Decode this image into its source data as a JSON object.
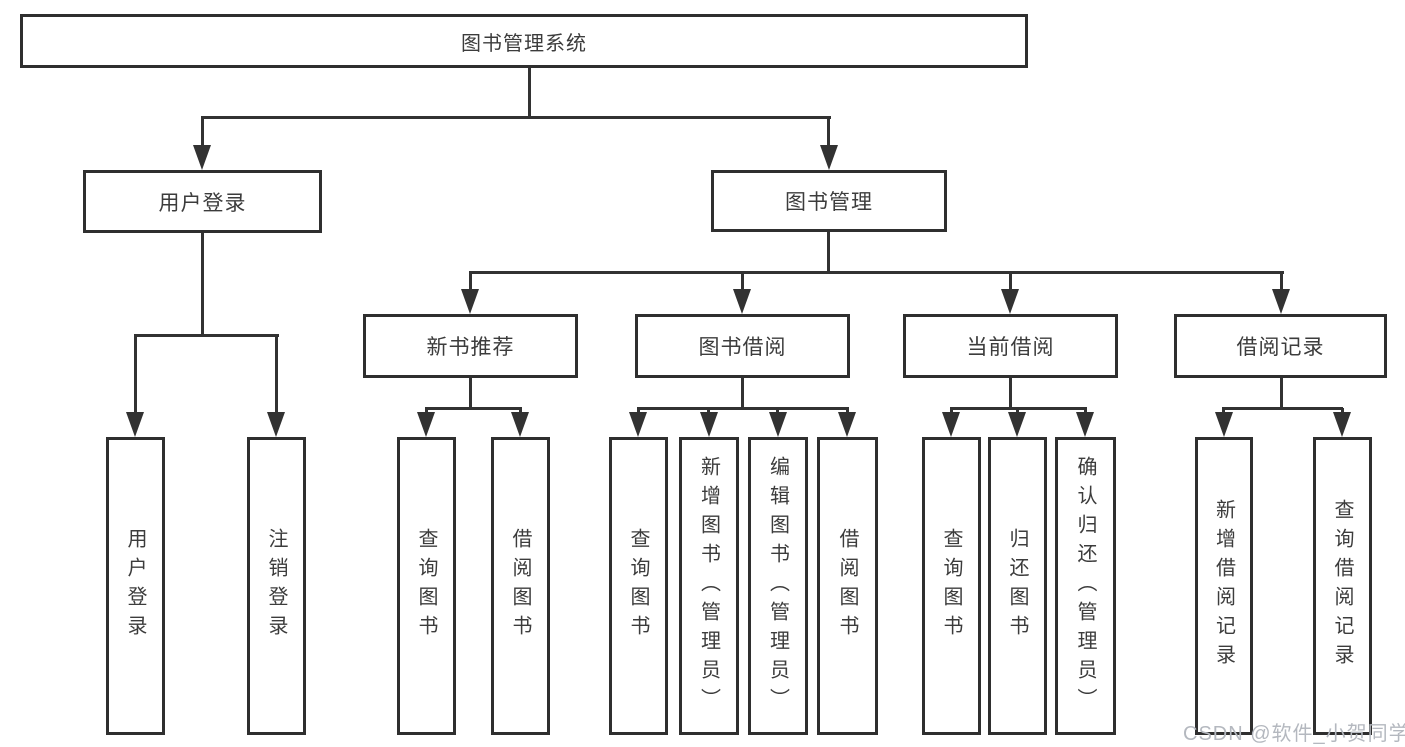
{
  "diagram": {
    "type": "hierarchy-tree",
    "title": "图书管理系统",
    "colors": {
      "background": "#ffffff",
      "line": "#323232",
      "box_border": "#2f2f2f",
      "text": "#3c3c3c",
      "watermark_text": "#b4b8bf"
    },
    "nodes": {
      "root": "图书管理系统",
      "user_login": "用户登录",
      "book_mgmt": "图书管理",
      "new_book_rec": "新书推荐",
      "book_borrow": "图书借阅",
      "current_borrow": "当前借阅",
      "borrow_records": "借阅记录",
      "leaf_user_login": "用户登录",
      "leaf_logout": "注销登录",
      "leaf_query_book_rec": "查询图书",
      "leaf_borrow_book_rec": "借阅图书",
      "leaf_query_book_borrow": "查询图书",
      "leaf_add_book_admin": "新增图书（管理员）",
      "leaf_edit_book_admin": "编辑图书（管理员）",
      "leaf_borrow_book_borrow": "借阅图书",
      "leaf_query_book_current": "查询图书",
      "leaf_return_book": "归还图书",
      "leaf_confirm_return_admin": "确认归还（管理员）",
      "leaf_add_borrow_record": "新增借阅记录",
      "leaf_query_borrow_record": "查询借阅记录"
    },
    "hierarchy": {
      "图书管理系统": {
        "用户登录": [
          "用户登录",
          "注销登录"
        ],
        "图书管理": {
          "新书推荐": [
            "查询图书",
            "借阅图书"
          ],
          "图书借阅": [
            "查询图书",
            "新增图书（管理员）",
            "编辑图书（管理员）",
            "借阅图书"
          ],
          "当前借阅": [
            "查询图书",
            "归还图书",
            "确认归还（管理员）"
          ],
          "借阅记录": [
            "新增借阅记录",
            "查询借阅记录"
          ]
        }
      }
    },
    "watermark": "CSDN @软件_小贺同学"
  }
}
